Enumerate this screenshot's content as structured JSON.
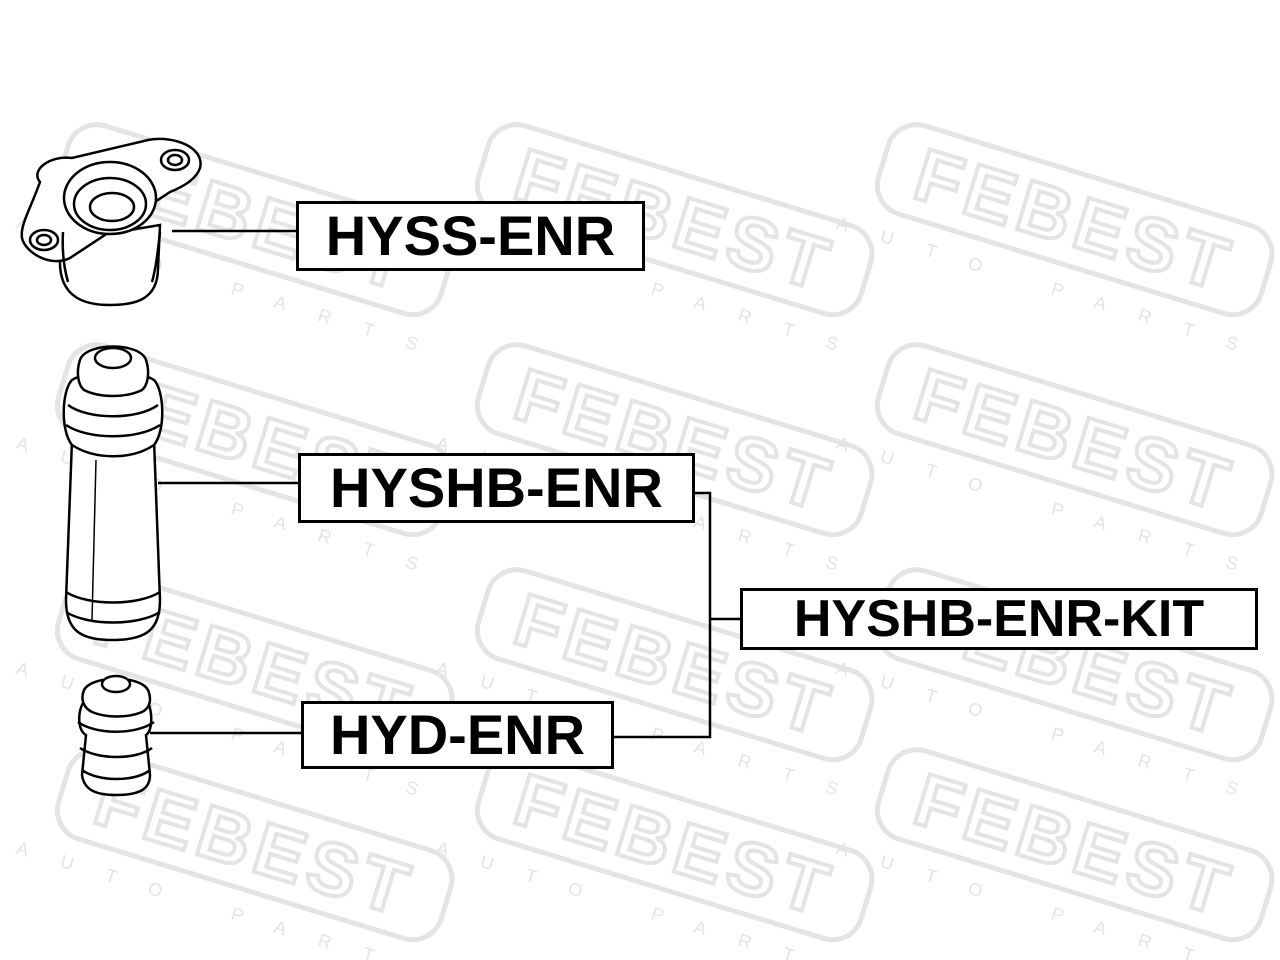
{
  "watermark": {
    "brand": "FEBEST",
    "tagline": "AUTO PARTS",
    "color": "#e4e4e4"
  },
  "parts": [
    {
      "id": "top-mount",
      "icon": "strut-top-mount-icon",
      "part_number": "HYSS-ENR"
    },
    {
      "id": "dust-boot",
      "icon": "shock-dust-boot-icon",
      "part_number": "HYSHB-ENR"
    },
    {
      "id": "bump-stop",
      "icon": "bump-stop-icon",
      "part_number": "HYD-ENR"
    }
  ],
  "kit": {
    "part_number": "HYSHB-ENR-KIT",
    "includes": [
      "HYSHB-ENR",
      "HYD-ENR"
    ]
  },
  "colors": {
    "line": "#000000",
    "background": "#ffffff",
    "watermark": "#e4e4e4"
  }
}
